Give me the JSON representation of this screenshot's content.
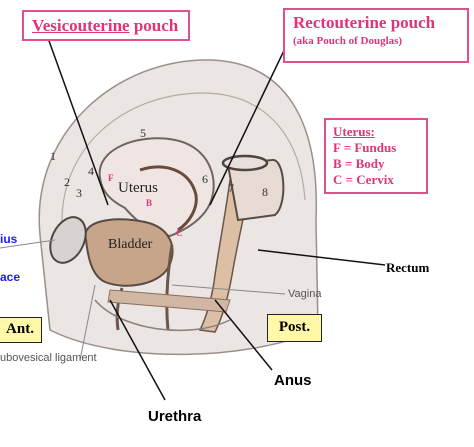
{
  "labels": {
    "vesicouterine": "Vesicouterine pouch",
    "vesicouterine_underlined": "Vesicouterine",
    "vesicouterine_rest": " pouch",
    "rectouterine": "Rectouterine pouch",
    "rectouterine_aka": "(aka Pouch of Douglas)",
    "uterus_in_diagram": "Uterus",
    "bladder": "Bladder",
    "vagina": "Vagina",
    "rectum": "Rectum",
    "anus": "Anus",
    "urethra": "Urethra",
    "ant": "Ant.",
    "post": "Post.",
    "puboves": "ubovesical ligament",
    "left_partial_1": "ius",
    "left_partial_2": "ace",
    "letter_f": "F",
    "letter_b": "B",
    "letter_c": "C"
  },
  "numbers": [
    "1",
    "2",
    "3",
    "4",
    "5",
    "6",
    "7",
    "8"
  ],
  "legend": {
    "title": "Uterus",
    "lines": [
      "F = Fundus",
      "B = Body",
      "C = Cervix"
    ]
  },
  "colors": {
    "accent_pink": "#e0347a",
    "box_border": "#e0508f",
    "tag_fill": "#fff8a8",
    "peritoneum": "#e9e4e2",
    "organ": "#e9dfdc",
    "bladder_fill": "#c9a88e",
    "rectum_fill": "#dcbfa5",
    "blue_text": "#1a1aff"
  }
}
